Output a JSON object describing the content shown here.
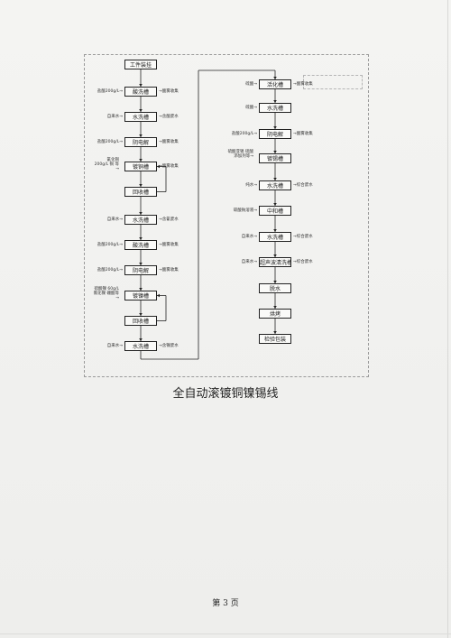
{
  "caption": "全自动滚镀铜镍锡线",
  "page_number": "第 3 页",
  "note": "",
  "left_column": [
    {
      "box": "工件装挂",
      "in": "",
      "out": ""
    },
    {
      "box": "酸洗槽",
      "in": "盐酸200g/L→",
      "out": "→酸雾收集"
    },
    {
      "box": "水洗槽",
      "in": "自来水→",
      "out": "→含酸废水"
    },
    {
      "box": "阴电解",
      "in": "盐酸200g/L→",
      "out": "→酸雾收集"
    },
    {
      "box": "镀铜槽",
      "in": "氰化铜 200g/L 铜 等→",
      "out": "→酸雾收集"
    },
    {
      "box": "回收槽",
      "in": "",
      "out": ""
    },
    {
      "box": "水洗槽",
      "in": "自来水→",
      "out": "→含氰废水"
    },
    {
      "box": "酸洗槽",
      "in": "盐酸200g/L→",
      "out": "→酸雾收集"
    },
    {
      "box": "阴电解",
      "in": "盐酸200g/L→",
      "out": "→酸雾收集"
    },
    {
      "box": "镀镍槽",
      "in": "硫酸镍 60g/L 氯化镍 硼酸等→",
      "out": ""
    },
    {
      "box": "回收槽",
      "in": "",
      "out": ""
    },
    {
      "box": "水洗槽",
      "in": "自来水→",
      "out": "→含镍废水"
    }
  ],
  "right_column": [
    {
      "box": "活化槽",
      "in": "硫酸→",
      "out": "→酸雾收集"
    },
    {
      "box": "水洗槽",
      "in": "硫酸→",
      "out": ""
    },
    {
      "box": "阴电解",
      "in": "盐酸200g/L→",
      "out": "→酸雾收集"
    },
    {
      "box": "镀锡槽",
      "in": "硫酸亚锡 硫酸 添加剂等→",
      "out": ""
    },
    {
      "box": "水洗槽",
      "in": "纯水→",
      "out": "→综合废水"
    },
    {
      "box": "中和槽",
      "in": "碳酸钠溶液→",
      "out": ""
    },
    {
      "box": "水洗槽",
      "in": "自来水→",
      "out": "→综合废水"
    },
    {
      "box": "超声波清洗槽",
      "in": "自来水→",
      "out": "→综合废水"
    },
    {
      "box": "脱水",
      "in": "",
      "out": ""
    },
    {
      "box": "烘烤",
      "in": "",
      "out": ""
    },
    {
      "box": "检验包装",
      "in": "",
      "out": ""
    }
  ]
}
